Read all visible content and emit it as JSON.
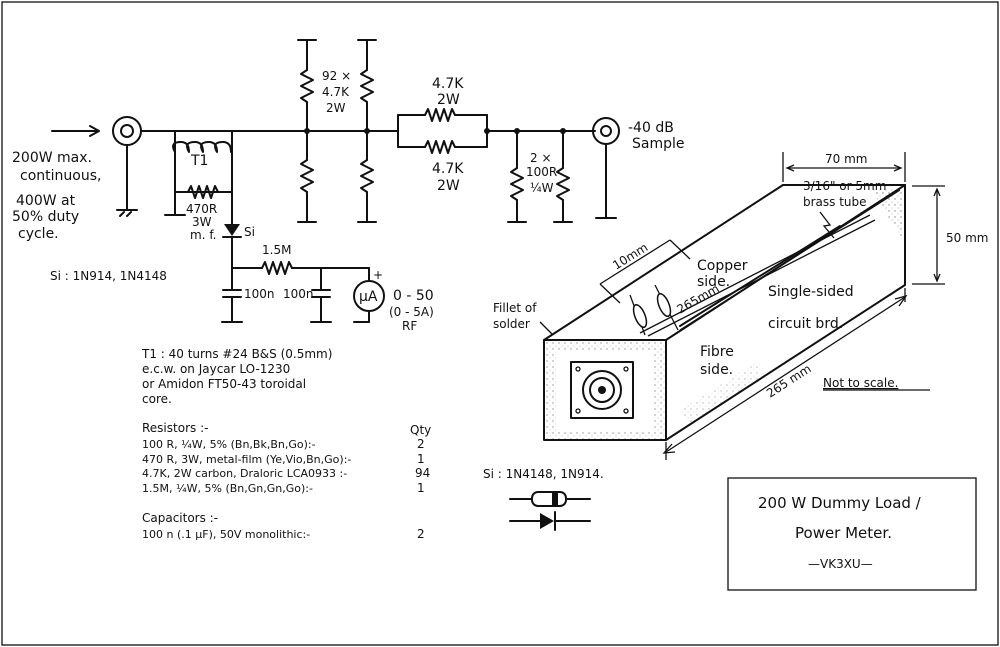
{
  "circuit": {
    "input_lines": [
      "200W max.",
      "continuous,",
      "400W at",
      "50% duty",
      "cycle."
    ],
    "t1_label": "T1",
    "r470_lines": [
      "470R",
      "3W",
      "m. f."
    ],
    "diode_si": "Si",
    "r92_lines": [
      "92 ×",
      "4.7K",
      "2W"
    ],
    "r47a_lines": [
      "4.7K",
      "2W"
    ],
    "r47b_lines": [
      "4.7K",
      "2W"
    ],
    "r100_lines": [
      "2 ×",
      "100R",
      "¼W"
    ],
    "output_lines": [
      "-40 dB",
      "Sample"
    ],
    "r15m": "1.5M",
    "cap1": "100n",
    "cap2": "100n",
    "meter_symbol": "μA",
    "meter_plus": "+",
    "meter_lines": [
      "0 - 50",
      "(0 - 5A)",
      "RF"
    ],
    "si_note": "Si :  1N914,  1N4148"
  },
  "notes": {
    "t1_lines": [
      "T1 :  40 turns  #24 B&S (0.5mm)",
      "e.c.w.  on  Jaycar  LO-1230",
      "or  Amidon  FT50-43  toroidal",
      "core."
    ],
    "resistors_heading": "Resistors :-",
    "qty_heading": "Qty",
    "resistors": [
      {
        "desc": "100 R, ¼W, 5% (Bn,Bk,Bn,Go):-",
        "qty": "2"
      },
      {
        "desc": "470 R, 3W, metal-film (Ye,Vio,Bn,Go):-",
        "qty": "1"
      },
      {
        "desc": "4.7K, 2W carbon, Draloric LCA0933 :-",
        "qty": "94"
      },
      {
        "desc": "1.5M, ¼W, 5% (Bn,Gn,Gn,Go):-",
        "qty": "1"
      }
    ],
    "capacitors_heading": "Capacitors :-",
    "capacitors": [
      {
        "desc": "100 n (.1 μF), 50V monolithic:-",
        "qty": "2"
      }
    ]
  },
  "mechanical": {
    "width_70": "70 mm",
    "height_50": "50 mm",
    "tube_lines": [
      "3/16\" or 5mm",
      "brass tube"
    ],
    "dim_10": "10mm",
    "dim_265_inner": "265mm",
    "dim_265_outer": "265 mm",
    "copper_lines": [
      "Copper",
      "side."
    ],
    "single_lines": [
      "Single-sided",
      "circuit brd."
    ],
    "fibre_lines": [
      "Fibre",
      "side."
    ],
    "fillet_lines": [
      "Fillet of",
      "solder"
    ],
    "not_to_scale": "Not to scale.",
    "diode_note": "Si :  1N4148, 1N914."
  },
  "title_box": {
    "line1": "200 W  Dummy  Load /",
    "line2": "Power  Meter.",
    "line3": "—VK3XU—"
  }
}
